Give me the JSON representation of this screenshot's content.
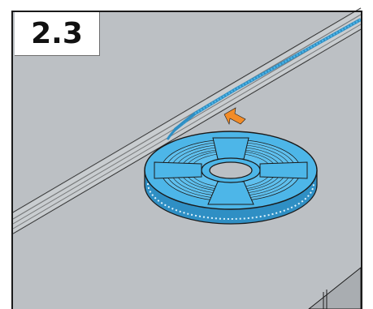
{
  "step": {
    "label": "2.3"
  },
  "colors": {
    "panel": "#bcc0c4",
    "tape": "#4db6e8",
    "tape_dark": "#2f8fc4",
    "arrow": "#f28c28",
    "outline": "#1a1a1a",
    "background": "#ffffff"
  },
  "icons": {
    "reel": "tape-reel",
    "arrow": "insert-direction-arrow"
  }
}
